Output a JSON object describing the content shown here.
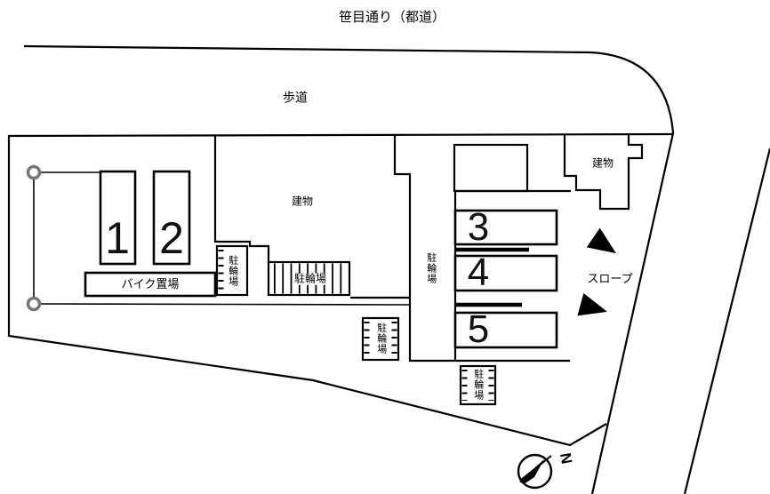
{
  "plan": {
    "street_name": "笹目通り（都道）",
    "sidewalk_label": "歩道",
    "building_label": "建物",
    "bike_storage_label": "バイク置場",
    "bicycle_parking_label": "駐輪場",
    "slope_label": "スロープ",
    "compass_north_label": "N",
    "parking_spaces": [
      {
        "number": "1"
      },
      {
        "number": "2"
      },
      {
        "number": "3"
      },
      {
        "number": "4"
      },
      {
        "number": "5"
      }
    ],
    "colors": {
      "line": "#000000",
      "marker_gray": "#777777",
      "background": "#ffffff"
    }
  }
}
